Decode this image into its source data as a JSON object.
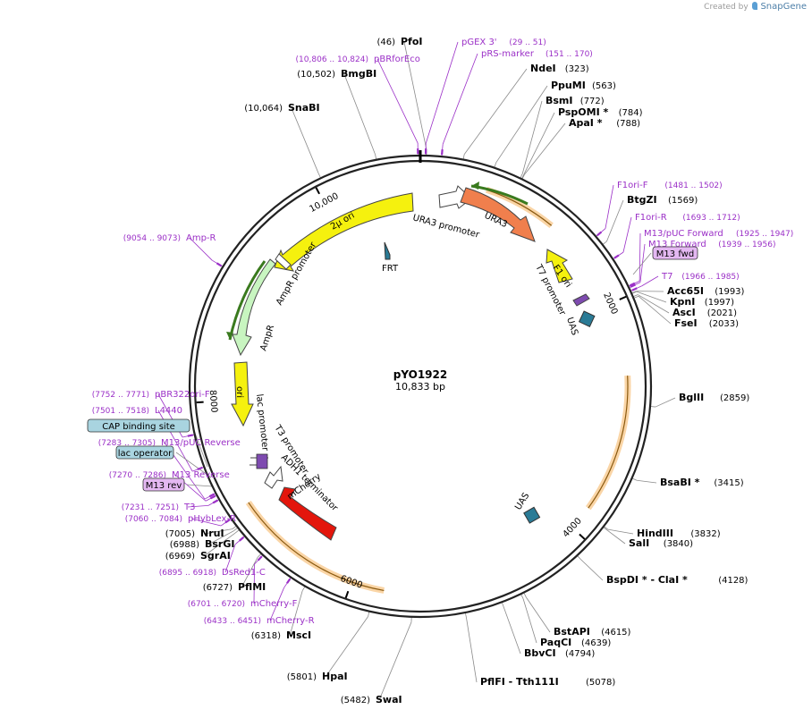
{
  "credit": {
    "prefix": "Created by",
    "brand": "SnapGene"
  },
  "plasmid": {
    "name": "pYO1922",
    "size_label": "10,833 bp",
    "length": 10833
  },
  "colors": {
    "backbone": "#222222",
    "leader": "#8a8a8a",
    "primer": "#9b30c7",
    "orf": "#f5b35c"
  },
  "ticks": [
    {
      "pos": 2000,
      "label": "2000"
    },
    {
      "pos": 4000,
      "label": "4000"
    },
    {
      "pos": 6000,
      "label": "6000"
    },
    {
      "pos": 8000,
      "label": "8000"
    },
    {
      "pos": 10000,
      "label": "10,000"
    }
  ],
  "sites": [
    {
      "name": "PfoI",
      "pos": "(46)",
      "coord": 46
    },
    {
      "name": "NdeI",
      "pos": "(323)",
      "coord": 323
    },
    {
      "name": "PpuMI",
      "pos": "(563)",
      "coord": 563
    },
    {
      "name": "BsmI",
      "pos": "(772)",
      "coord": 772
    },
    {
      "name": "PspOMI *",
      "pos": "(784)",
      "coord": 784
    },
    {
      "name": "ApaI *",
      "pos": "(788)",
      "coord": 788
    },
    {
      "name": "BtgZI",
      "pos": "(1569)",
      "coord": 1569
    },
    {
      "name": "Acc65I",
      "pos": "(1993)",
      "coord": 1993
    },
    {
      "name": "KpnI",
      "pos": "(1997)",
      "coord": 1997
    },
    {
      "name": "AscI",
      "pos": "(2021)",
      "coord": 2021
    },
    {
      "name": "FseI",
      "pos": "(2033)",
      "coord": 2033
    },
    {
      "name": "BglII",
      "pos": "(2859)",
      "coord": 2859
    },
    {
      "name": "BsaBI *",
      "pos": "(3415)",
      "coord": 3415
    },
    {
      "name": "HindIII",
      "pos": "(3832)",
      "coord": 3832
    },
    {
      "name": "SalI",
      "pos": "(3840)",
      "coord": 3840
    },
    {
      "name": "BspDI * - ClaI *",
      "pos": "(4128)",
      "coord": 4128
    },
    {
      "name": "BstAPI",
      "pos": "(4615)",
      "coord": 4615
    },
    {
      "name": "PaqCI",
      "pos": "(4639)",
      "coord": 4639
    },
    {
      "name": "BbvCI",
      "pos": "(4794)",
      "coord": 4794
    },
    {
      "name": "PflFI - Tth111I",
      "pos": "(5078)",
      "coord": 5078
    },
    {
      "name": "SwaI",
      "pos": "(5482)",
      "coord": 5482
    },
    {
      "name": "HpaI",
      "pos": "(5801)",
      "coord": 5801
    },
    {
      "name": "MscI",
      "pos": "(6318)",
      "coord": 6318
    },
    {
      "name": "PflMI",
      "pos": "(6727)",
      "coord": 6727
    },
    {
      "name": "SgrAI",
      "pos": "(6969)",
      "coord": 6969
    },
    {
      "name": "BsrGI",
      "pos": "(6988)",
      "coord": 6988
    },
    {
      "name": "NruI",
      "pos": "(7005)",
      "coord": 7005
    },
    {
      "name": "SnaBI",
      "pos": "(10,064)",
      "coord": 10064
    },
    {
      "name": "BmgBI",
      "pos": "(10,502)",
      "coord": 10502
    }
  ],
  "primers": [
    {
      "name": "pGEX 3'",
      "pos": "(29 .. 51)",
      "coord": 40
    },
    {
      "name": "pRS-marker",
      "pos": "(151 .. 170)",
      "coord": 160
    },
    {
      "name": "F1ori-F",
      "pos": "(1481 .. 1502)",
      "coord": 1491
    },
    {
      "name": "F1ori-R",
      "pos": "(1693 .. 1712)",
      "coord": 1702
    },
    {
      "name": "M13/pUC Forward",
      "pos": "(1925 .. 1947)",
      "coord": 1936
    },
    {
      "name": "M13 Forward",
      "pos": "(1939 .. 1956)",
      "coord": 1947
    },
    {
      "name": "T7",
      "pos": "(1966 .. 1985)",
      "coord": 1975
    },
    {
      "name": "pBR322ori-F",
      "pos": "(7752 .. 7771)",
      "coord": 7761
    },
    {
      "name": "L4440",
      "pos": "(7501 .. 7518)",
      "coord": 7509
    },
    {
      "name": "M13/pUC Reverse",
      "pos": "(7283 .. 7305)",
      "coord": 7294
    },
    {
      "name": "M13 Reverse",
      "pos": "(7270 .. 7286)",
      "coord": 7278
    },
    {
      "name": "T3",
      "pos": "(7231 .. 7251)",
      "coord": 7241
    },
    {
      "name": "pHybLex-R",
      "pos": "(7060 .. 7084)",
      "coord": 7072
    },
    {
      "name": "DsRed1-C",
      "pos": "(6895 .. 6918)",
      "coord": 6906
    },
    {
      "name": "mCherry-F",
      "pos": "(6701 .. 6720)",
      "coord": 6710
    },
    {
      "name": "mCherry-R",
      "pos": "(6433 .. 6451)",
      "coord": 6442
    },
    {
      "name": "Amp-R",
      "pos": "(9054 .. 9073)",
      "coord": 9063
    },
    {
      "name": "pBRforEco",
      "pos": "(10,806 .. 10,824)",
      "coord": 10815
    }
  ],
  "boxed": [
    {
      "name": "M13 fwd",
      "kind": "primer"
    },
    {
      "name": "CAP binding site",
      "kind": "protein_bind"
    },
    {
      "name": "lac operator",
      "kind": "protein_bind"
    },
    {
      "name": "M13 rev",
      "kind": "primer"
    }
  ],
  "features": [
    {
      "name": "URA3 promoter",
      "kind": "promoter"
    },
    {
      "name": "URA3",
      "kind": "cds"
    },
    {
      "name": "F1 ori",
      "kind": "origin"
    },
    {
      "name": "T7 promoter",
      "kind": "promoter"
    },
    {
      "name": "UAS",
      "kind": "misc"
    },
    {
      "name": "UAS",
      "kind": "misc"
    },
    {
      "name": "FRT",
      "kind": "misc"
    },
    {
      "name": "2μ ori",
      "kind": "origin"
    },
    {
      "name": "AmpR promoter",
      "kind": "promoter"
    },
    {
      "name": "AmpR",
      "kind": "cds"
    },
    {
      "name": "ori",
      "kind": "origin"
    },
    {
      "name": "lac promoter",
      "kind": "promoter"
    },
    {
      "name": "T3 promoter",
      "kind": "promoter"
    },
    {
      "name": "ADH1 terminator",
      "kind": "terminator"
    },
    {
      "name": "mCherry",
      "kind": "cds"
    }
  ]
}
